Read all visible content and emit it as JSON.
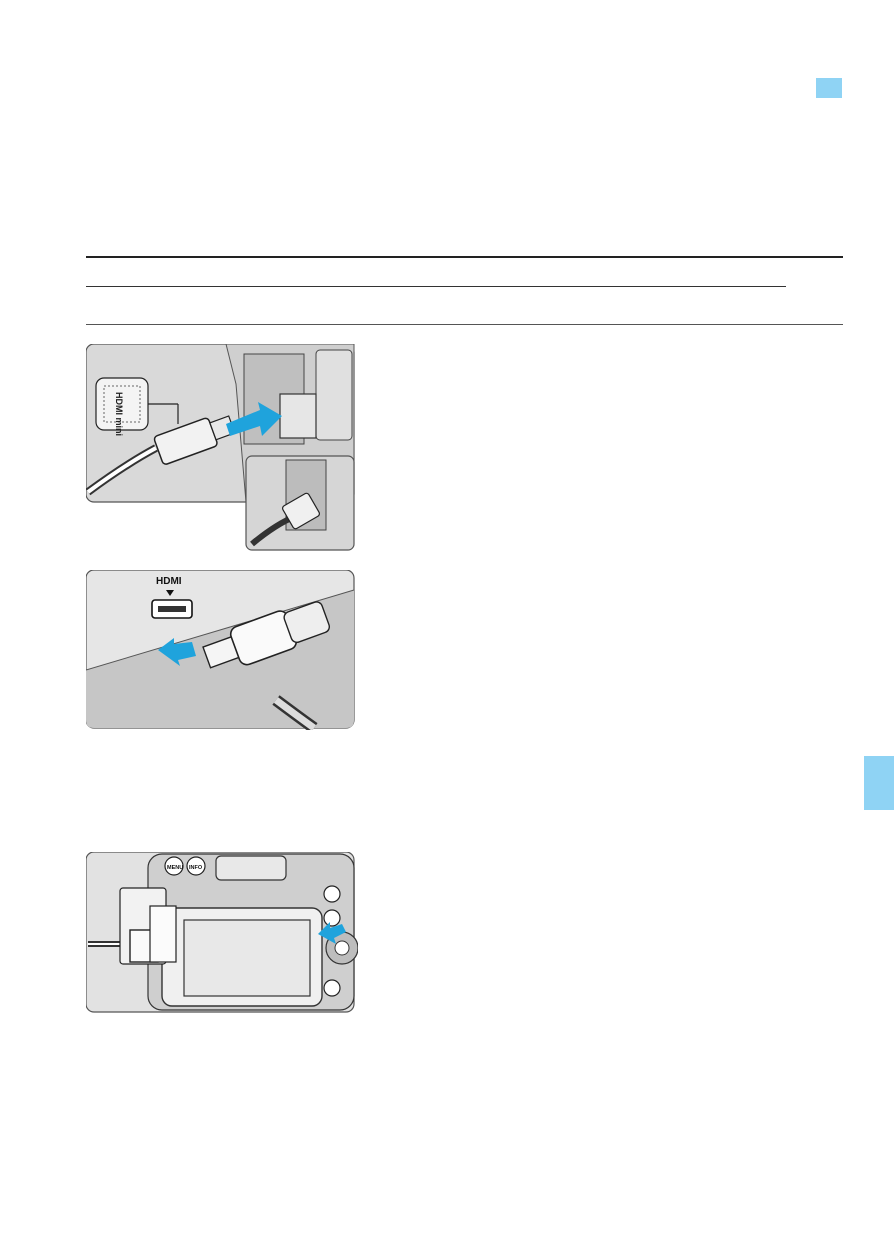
{
  "page": {
    "section_tab_color": "#8fd3f4",
    "figures": [
      {
        "label_text": "HDMI mini",
        "icon": "hdmi-mini-connector-icon"
      },
      {
        "label_text": "HDMI",
        "icon": "hdmi-port-icon"
      },
      {
        "icon": "camera-back-playback-icon"
      }
    ],
    "button_labels": {
      "menu": "MENU",
      "info": "INFO"
    },
    "colors": {
      "arrow": "#1fa3dc",
      "panel": "#d7d7d7",
      "panel_dark": "#bdbdbd"
    }
  }
}
